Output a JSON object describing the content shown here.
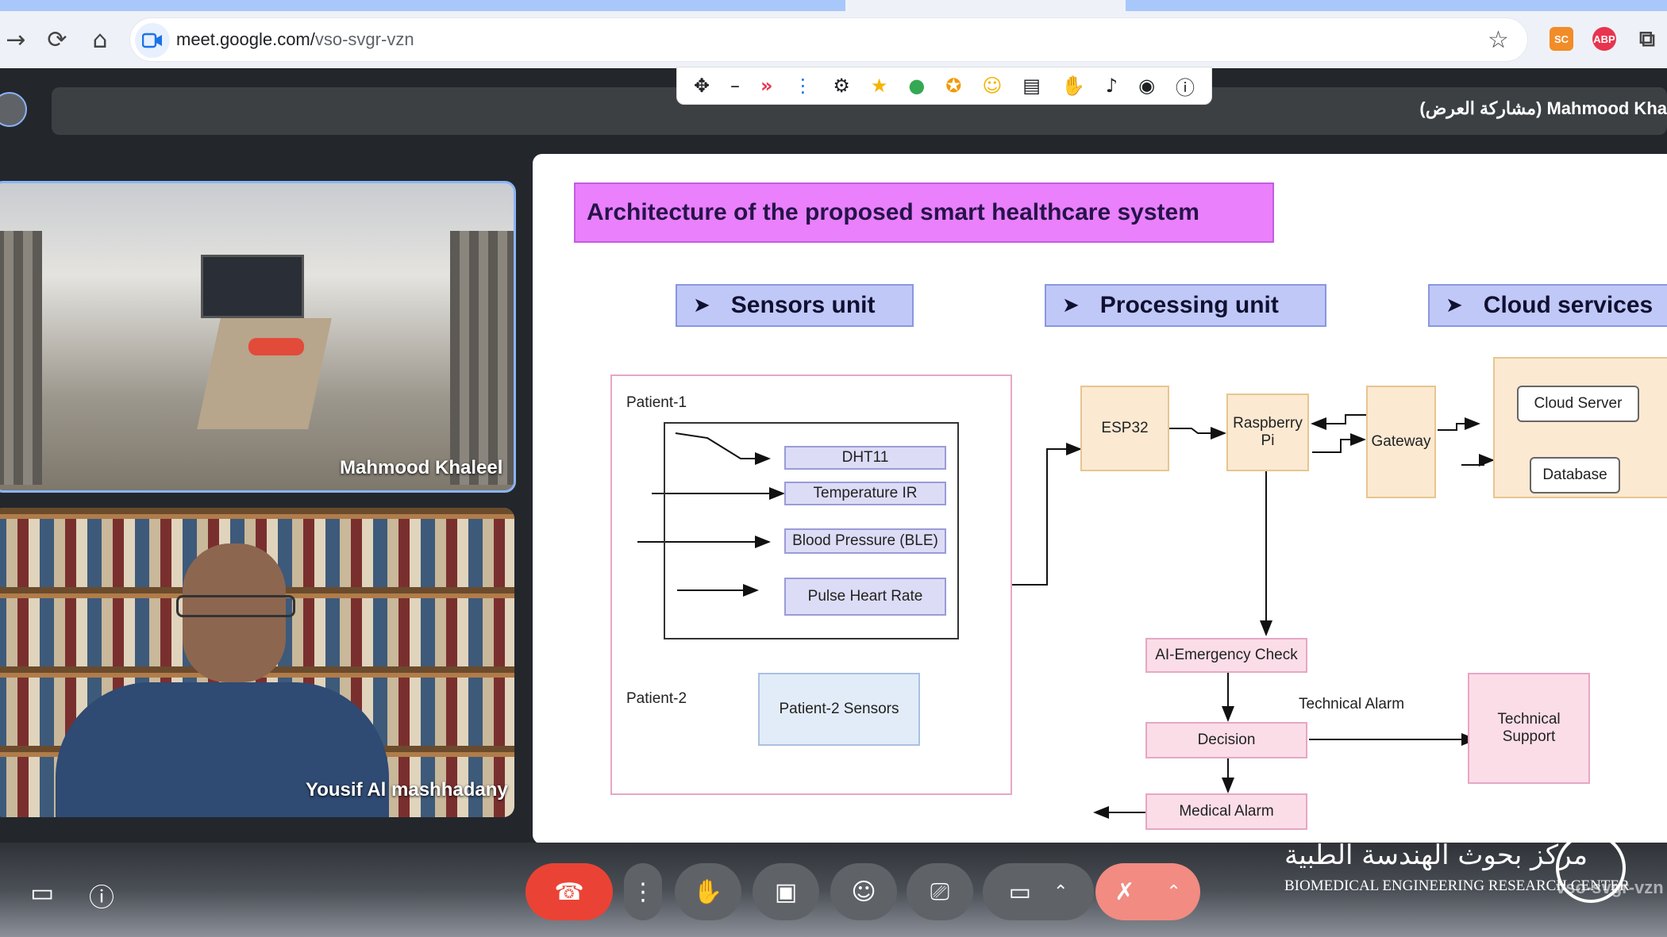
{
  "browser": {
    "url_host": "meet.google.com/",
    "url_path": "vso-svgr-vzn",
    "extensions": [
      "SC",
      "ABP"
    ]
  },
  "presenter": {
    "label": "(مشاركة العرض) Mahmood Kha"
  },
  "participants": [
    {
      "name": "Mahmood Khaleel"
    },
    {
      "name": "Yousif Al mashhadany"
    }
  ],
  "slide": {
    "title": "Architecture of the proposed smart healthcare system",
    "sections": [
      "Sensors unit",
      "Processing unit",
      "Cloud services"
    ],
    "patient1_label": "Patient-1",
    "patient2_label": "Patient-2",
    "sensors": [
      "DHT11",
      "Temperature IR",
      "Blood Pressure (BLE)",
      "Pulse Heart Rate"
    ],
    "patient2_sensors": "Patient-2 Sensors",
    "esp32": "ESP32",
    "raspberry": "Raspberry Pi",
    "gateway": "Gateway",
    "cloud_server": "Cloud Server",
    "database": "Database",
    "ai_check": "AI-Emergency Check",
    "technical_alarm": "Technical Alarm",
    "decision": "Decision",
    "medical_alarm": "Medical Alarm",
    "technical_support": "Technical Support",
    "colors": {
      "title_bg": "#ea80fc",
      "section_bg": "#c0c8f8",
      "processing_box": "#fbe9d2",
      "decision_box": "#fbdde8",
      "patient_border": "#e6a7c4"
    }
  },
  "watermark": {
    "arabic": "مركز بحوث الهندسة الطبية",
    "english": "BIOMEDICAL ENGINEERING RESEARCH CENTER",
    "suffix": "vso-svgr-vzn"
  },
  "controls": {
    "end_call_color": "#ea4335",
    "mic_muted_color": "#f28b82"
  }
}
